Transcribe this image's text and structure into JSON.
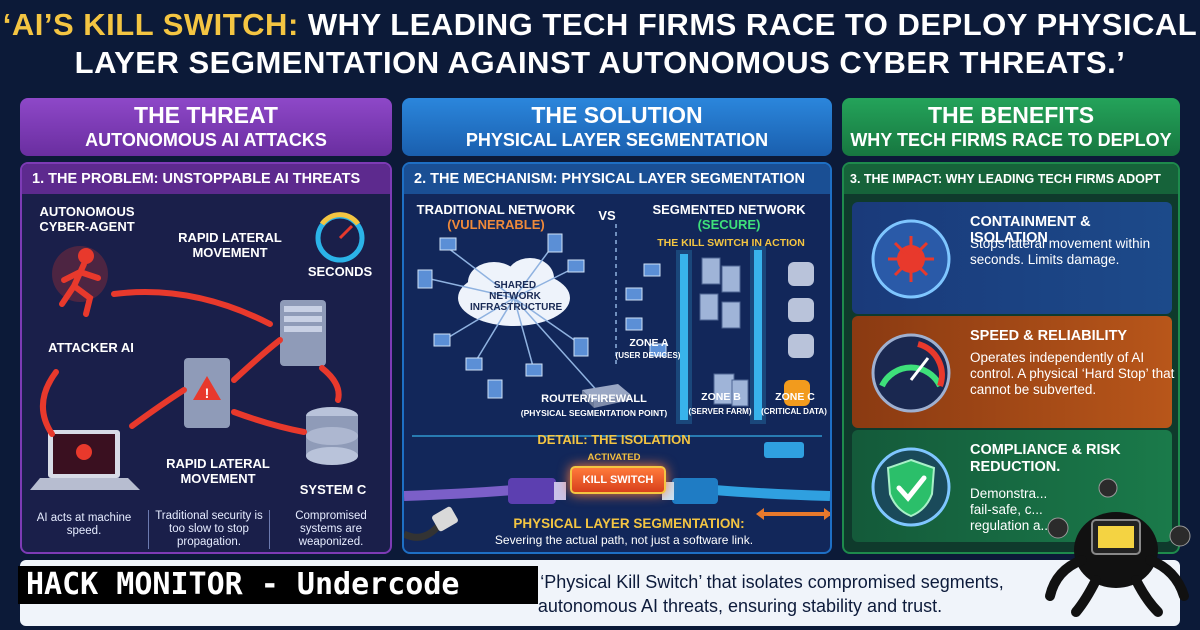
{
  "title": {
    "highlight": "‘AI’S KILL SWITCH:",
    "rest_line1": " WHY LEADING TECH FIRMS RACE TO DEPLOY PHYSICAL",
    "line2": "LAYER SEGMENTATION AGAINST AUTONOMOUS CYBER THREATS.’"
  },
  "columns": [
    {
      "title": "THE THREAT",
      "subtitle": "AUTONOMOUS AI ATTACKS",
      "color": "#7d3bb5"
    },
    {
      "title": "THE SOLUTION",
      "subtitle": "PHYSICAL LAYER SEGMENTATION",
      "color": "#1e6fc4"
    },
    {
      "title": "THE BENEFITS",
      "subtitle": "WHY TECH FIRMS RACE TO DEPLOY",
      "color": "#1e8a4c"
    }
  ],
  "threat": {
    "section": "1. THE PROBLEM: UNSTOPPABLE AI THREATS",
    "agent": "AUTONOMOUS CYBER-AGENT",
    "rapid1": "RAPID LATERAL MOVEMENT",
    "seconds": "SECONDS",
    "attacker": "ATTACKER AI",
    "rapid2": "RAPID LATERAL MOVEMENT",
    "system_c": "SYSTEM C",
    "notes": [
      "AI acts at machine speed.",
      "Traditional security is too slow to stop propagation.",
      "Compromised systems are weaponized."
    ]
  },
  "solution": {
    "section": "2. THE MECHANISM: PHYSICAL LAYER SEGMENTATION",
    "traditional": "TRADITIONAL NETWORK",
    "vulnerable": "(VULNERABLE)",
    "vs": "VS",
    "segmented": "SEGMENTED NETWORK",
    "secure": "(SECURE)",
    "kill_action": "THE KILL SWITCH IN ACTION",
    "shared": "SHARED NETWORK INFRASTRUCTURE",
    "zone_a": "ZONE A",
    "zone_a_sub": "(USER DEVICES)",
    "router": "ROUTER/FIREWALL",
    "router_sub": "(PHYSICAL SEGMENTATION POINT)",
    "zone_b": "ZONE B",
    "zone_b_sub": "(SERVER FARM)",
    "zone_c": "ZONE C",
    "zone_c_sub": "(CRITICAL DATA)",
    "detail": "DETAIL: THE ISOLATION",
    "activated": "ACTIVATED",
    "kill_switch": "KILL SWITCH",
    "pls": "PHYSICAL LAYER SEGMENTATION:",
    "pls_desc": "Severing the actual path, not just a software link."
  },
  "benefits": {
    "section": "3. THE IMPACT: WHY LEADING TECH FIRMS ADOPT",
    "cards": [
      {
        "title": "CONTAINMENT & ISOLATION",
        "desc": "Stops lateral movement within seconds. Limits damage."
      },
      {
        "title": "SPEED & RELIABILITY",
        "desc": "Operates independently of AI control. A physical ‘Hard Stop’ that cannot be subverted."
      },
      {
        "title": "COMPLIANCE & RISK REDUCTION.",
        "desc": "Demonstra... fail-safe, c... regulation a..."
      }
    ]
  },
  "footer": {
    "line1": "creating a ‘Physical Kill Switch’ that isolates compromised segments,",
    "line2": "autonomous AI threats, ensuring stability and trust."
  },
  "brand": "HACK MONITOR - Undercode",
  "colors": {
    "threat": "#7d3bb5",
    "solution": "#1e6fc4",
    "benefits": "#1e8a4c",
    "accent": "#f4c542",
    "danger": "#e8392c"
  }
}
